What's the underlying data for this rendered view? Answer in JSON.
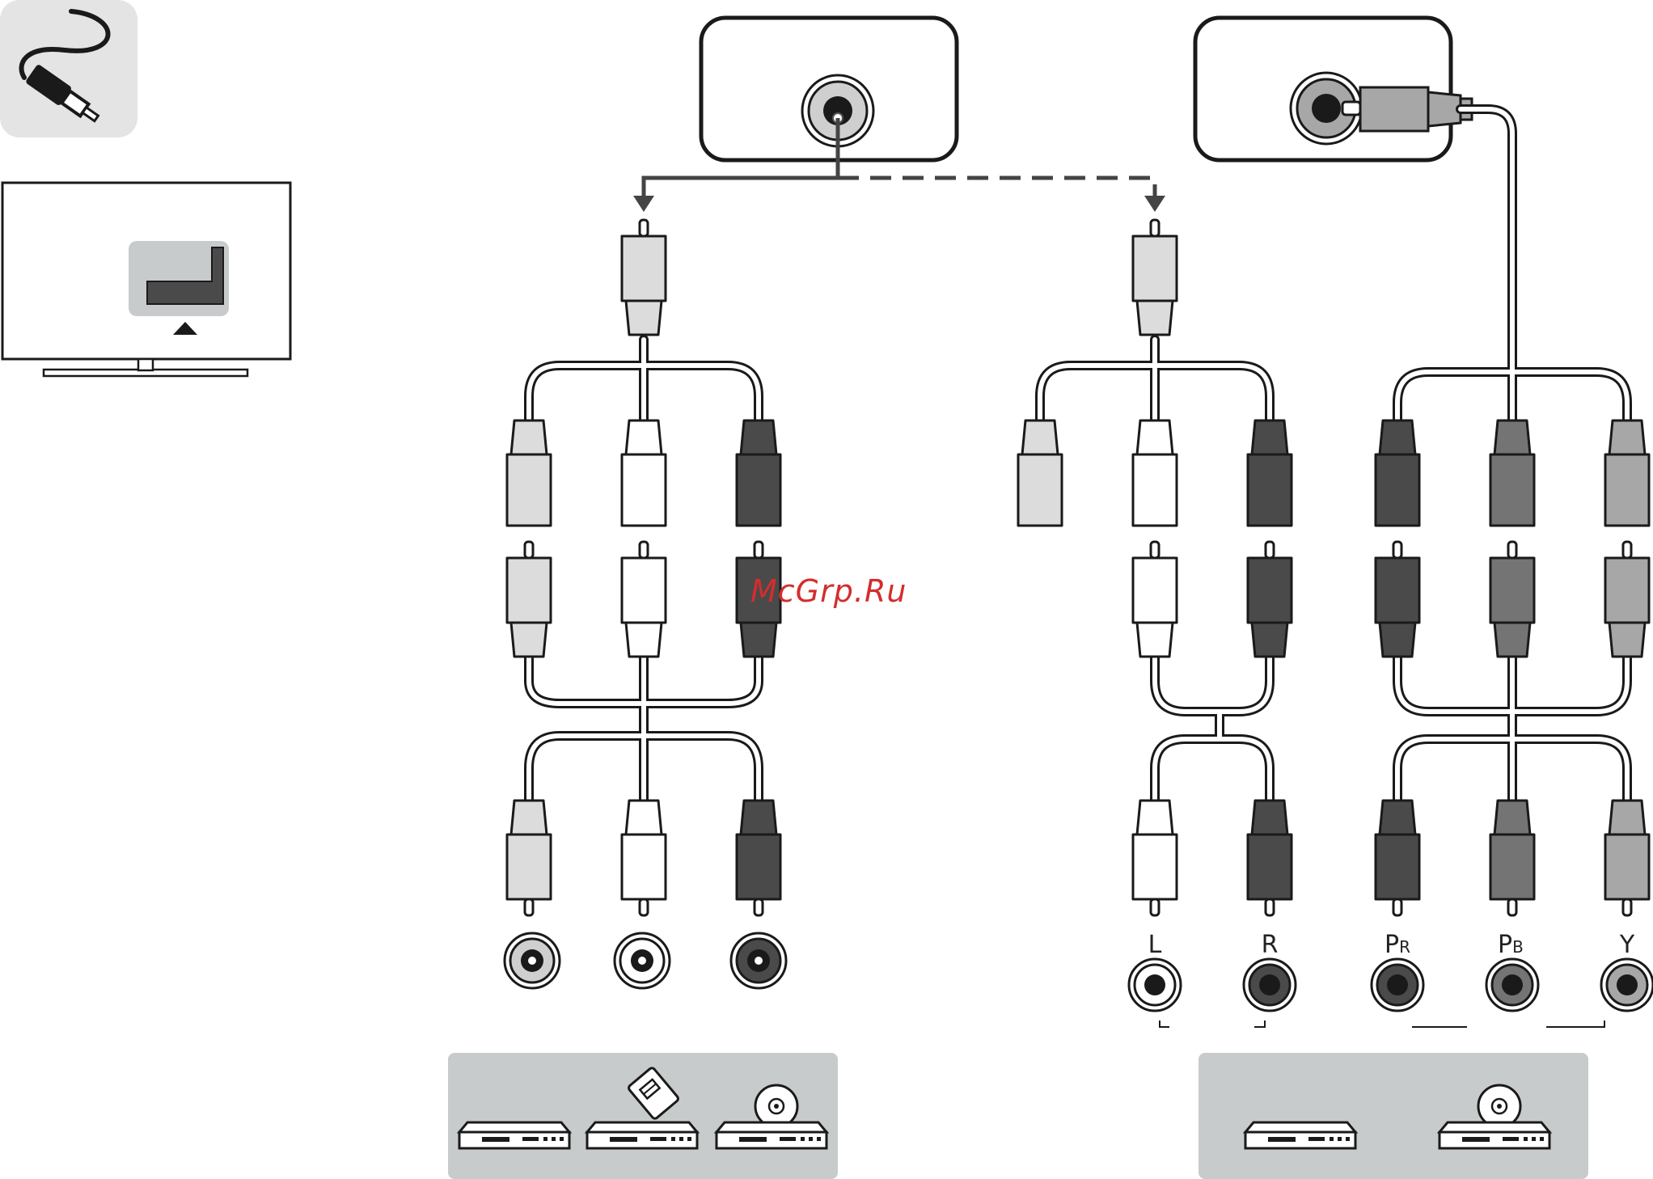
{
  "watermark": "McGrp.Ru",
  "jack_labels": {
    "left_audio": "L",
    "right_audio": "R",
    "pr": {
      "main": "P",
      "sub": "R"
    },
    "pb": {
      "main": "P",
      "sub": "B"
    },
    "y": "Y"
  },
  "icons": {
    "cable": "cable-icon",
    "tv": "tv-icon",
    "port": "tv-port-icon",
    "devices_left": [
      "vcr-icon",
      "set-top-box-icon",
      "disc-player-icon"
    ],
    "devices_right": [
      "vcr-icon",
      "disc-player-icon"
    ]
  },
  "colors": {
    "white_plug": "#ffffff",
    "light_plug": "#dcdcdc",
    "dark_plug": "#4a4a4a",
    "mid_plug": "#747474",
    "gray_plug": "#a7a7a7",
    "panel": "#c8cbcc",
    "icon_tile": "#e4e4e4"
  }
}
